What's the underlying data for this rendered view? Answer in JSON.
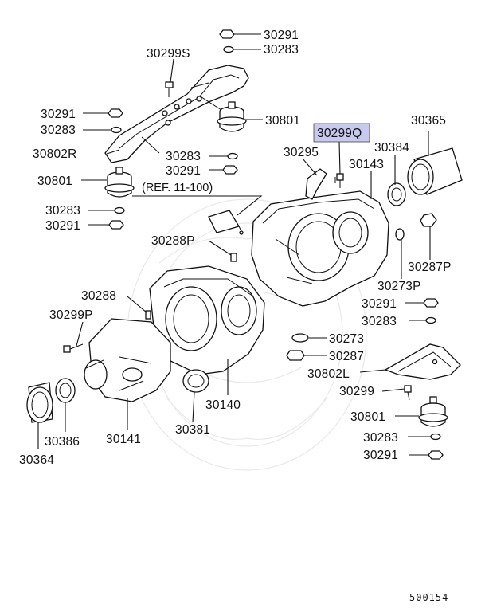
{
  "diagram_code": "500154",
  "reference_note": "(REF. 11-100)",
  "highlighted_part": "30299Q",
  "highlight_color": "#c7c9ee",
  "labels": [
    {
      "id": "l01",
      "text": "30291"
    },
    {
      "id": "l02",
      "text": "30283"
    },
    {
      "id": "l03",
      "text": "30299S"
    },
    {
      "id": "l04",
      "text": "30291"
    },
    {
      "id": "l05",
      "text": "30283"
    },
    {
      "id": "l06",
      "text": "30802R"
    },
    {
      "id": "l07",
      "text": "30801"
    },
    {
      "id": "l08",
      "text": "30283"
    },
    {
      "id": "l09",
      "text": "30291"
    },
    {
      "id": "l10",
      "text": "30801"
    },
    {
      "id": "l11",
      "text": "30283"
    },
    {
      "id": "l12",
      "text": "30291"
    },
    {
      "id": "l13",
      "text": "30299Q"
    },
    {
      "id": "l14",
      "text": "30365"
    },
    {
      "id": "l15",
      "text": "30295"
    },
    {
      "id": "l16",
      "text": "30384"
    },
    {
      "id": "l17",
      "text": "30143"
    },
    {
      "id": "l18",
      "text": "30288P"
    },
    {
      "id": "l19",
      "text": "30287P"
    },
    {
      "id": "l20",
      "text": "30273P"
    },
    {
      "id": "l21",
      "text": "30291"
    },
    {
      "id": "l22",
      "text": "30283"
    },
    {
      "id": "l23",
      "text": "30288"
    },
    {
      "id": "l24",
      "text": "30299P"
    },
    {
      "id": "l25",
      "text": "30273"
    },
    {
      "id": "l26",
      "text": "30287"
    },
    {
      "id": "l27",
      "text": "30802L"
    },
    {
      "id": "l28",
      "text": "30299"
    },
    {
      "id": "l29",
      "text": "30801"
    },
    {
      "id": "l30",
      "text": "30283"
    },
    {
      "id": "l31",
      "text": "30291"
    },
    {
      "id": "l32",
      "text": "30140"
    },
    {
      "id": "l33",
      "text": "30381"
    },
    {
      "id": "l34",
      "text": "30386"
    },
    {
      "id": "l35",
      "text": "30141"
    },
    {
      "id": "l36",
      "text": "30364"
    }
  ]
}
